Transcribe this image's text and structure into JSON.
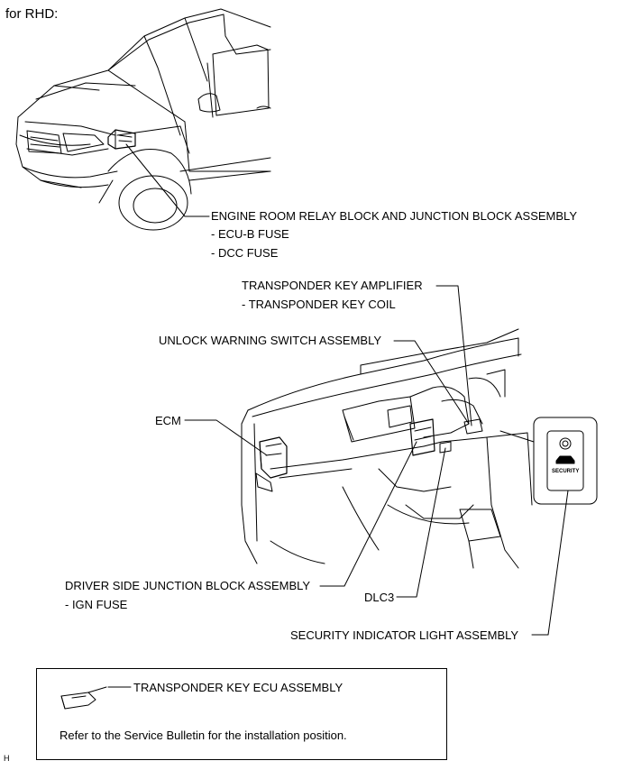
{
  "heading": "for RHD:",
  "callouts": {
    "engine_room_relay": "ENGINE ROOM RELAY BLOCK AND JUNCTION BLOCK ASSEMBLY",
    "ecu_b_fuse": "- ECU-B FUSE",
    "dcc_fuse": "- DCC FUSE",
    "transponder_amp": "TRANSPONDER KEY AMPLIFIER",
    "transponder_coil": "- TRANSPONDER KEY COIL",
    "unlock_warning": "UNLOCK WARNING SWITCH ASSEMBLY",
    "ecm": "ECM",
    "driver_jb": "DRIVER SIDE JUNCTION BLOCK ASSEMBLY",
    "ign_fuse": "- IGN FUSE",
    "dlc3": "DLC3",
    "security_light": "SECURITY INDICATOR LIGHT ASSEMBLY"
  },
  "security_badge_text": "SECURITY",
  "ecu_box": {
    "title": "TRANSPONDER KEY ECU ASSEMBLY",
    "note": "Refer to the Service Bulletin for the installation position."
  },
  "corner_mark": "H"
}
